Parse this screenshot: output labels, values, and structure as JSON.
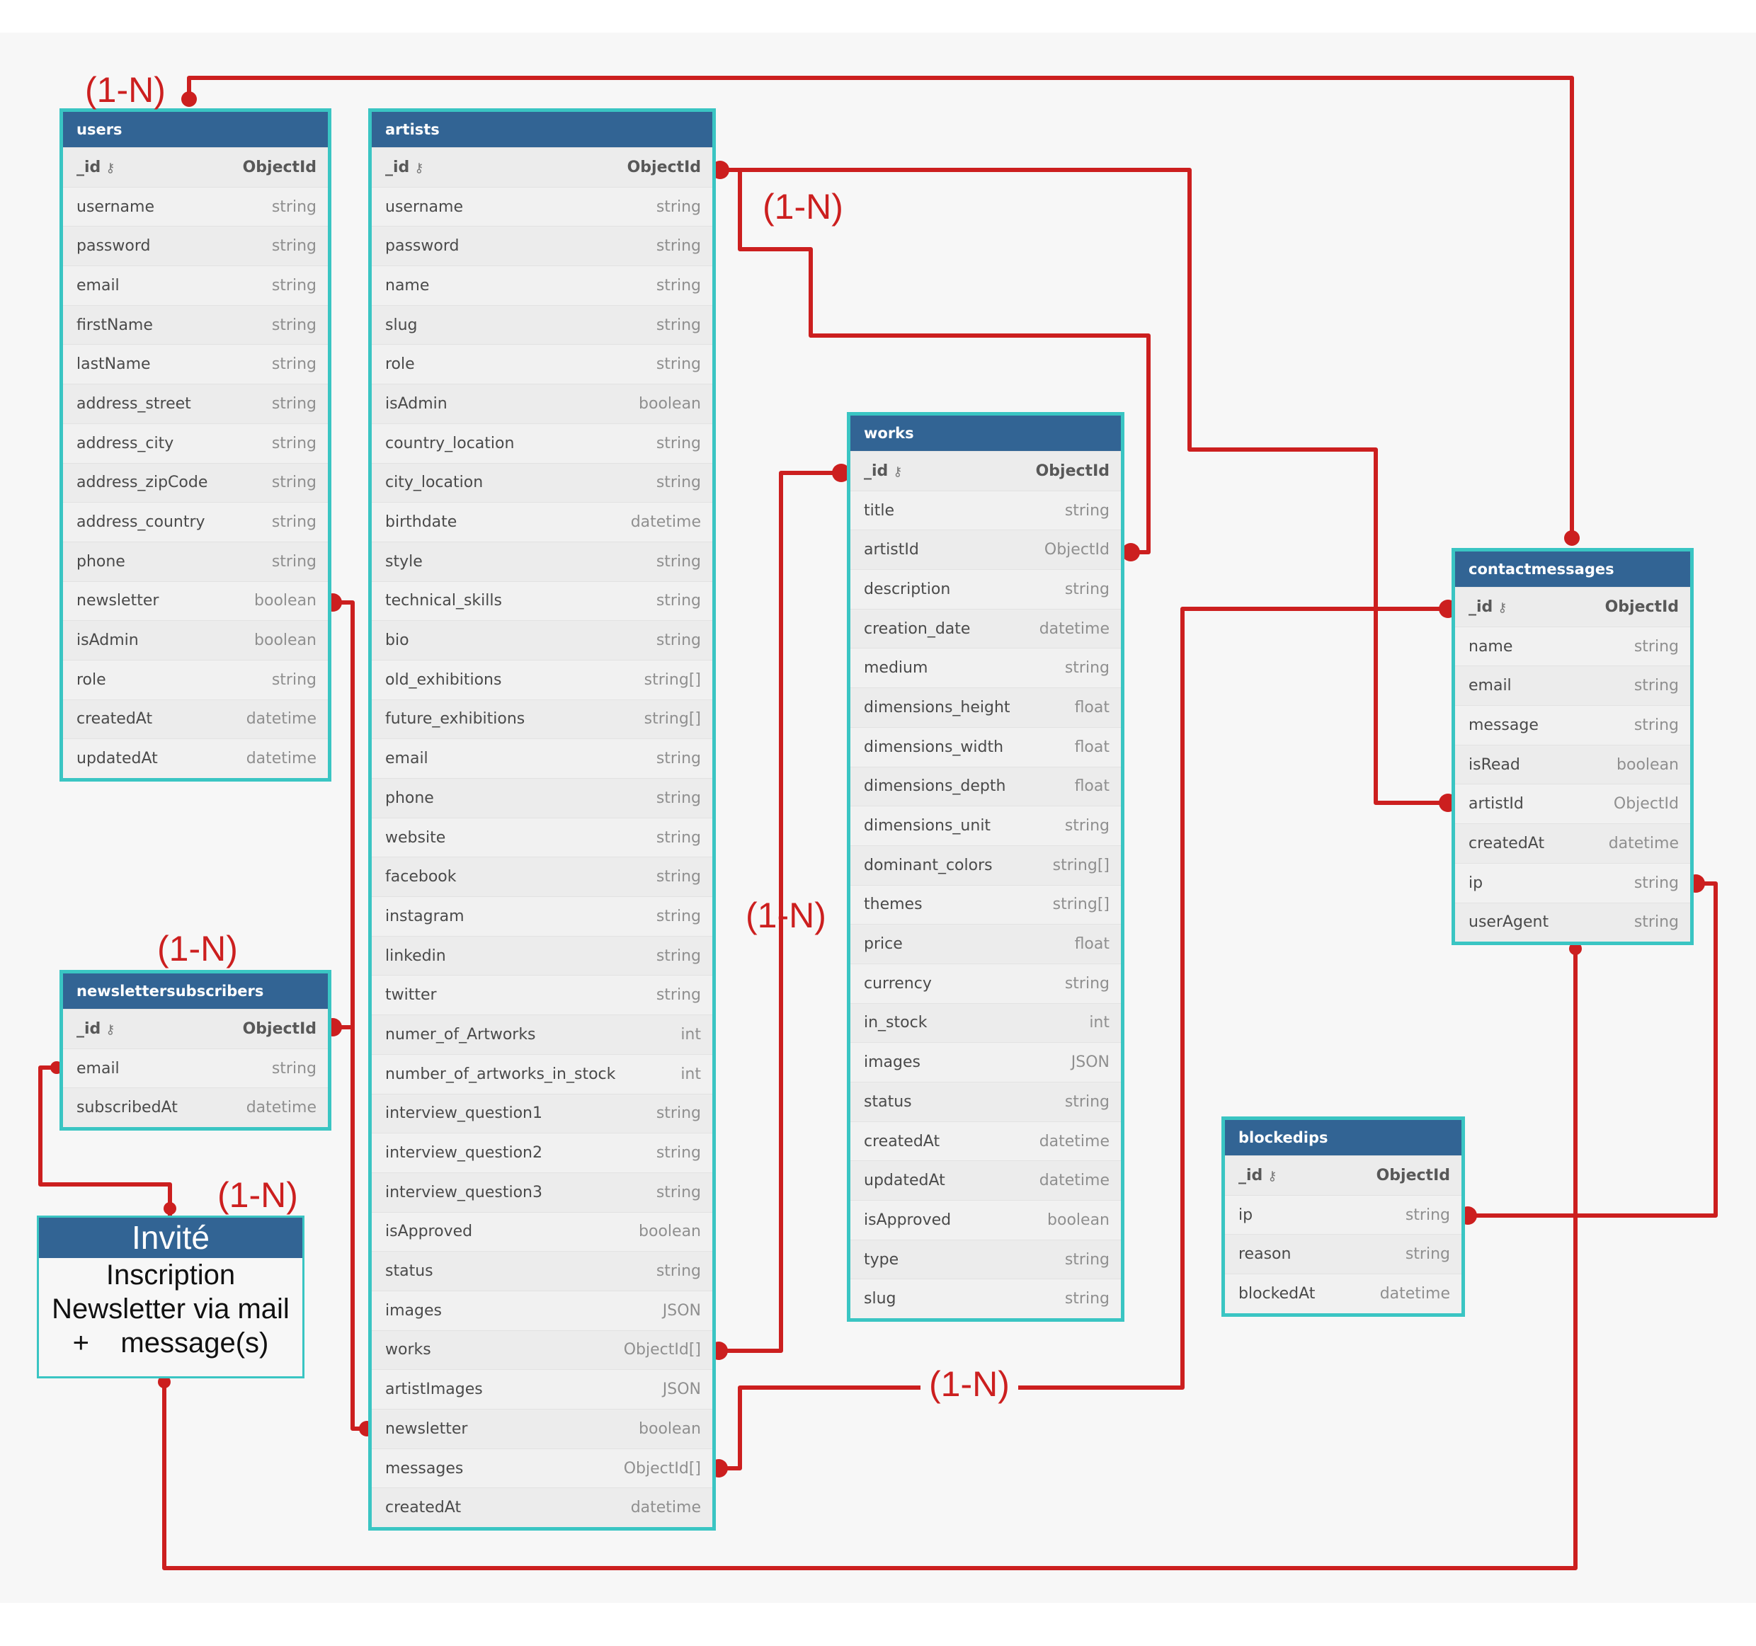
{
  "tables": [
    {
      "id": "users",
      "name": "users",
      "columns": [
        {
          "name": "_id",
          "type": "ObjectId",
          "pk": true
        },
        {
          "name": "username",
          "type": "string"
        },
        {
          "name": "password",
          "type": "string"
        },
        {
          "name": "email",
          "type": "string"
        },
        {
          "name": "firstName",
          "type": "string"
        },
        {
          "name": "lastName",
          "type": "string"
        },
        {
          "name": "address_street",
          "type": "string"
        },
        {
          "name": "address_city",
          "type": "string"
        },
        {
          "name": "address_zipCode",
          "type": "string"
        },
        {
          "name": "address_country",
          "type": "string"
        },
        {
          "name": "phone",
          "type": "string"
        },
        {
          "name": "newsletter",
          "type": "boolean"
        },
        {
          "name": "isAdmin",
          "type": "boolean"
        },
        {
          "name": "role",
          "type": "string"
        },
        {
          "name": "createdAt",
          "type": "datetime"
        },
        {
          "name": "updatedAt",
          "type": "datetime"
        }
      ]
    },
    {
      "id": "artists",
      "name": "artists",
      "columns": [
        {
          "name": "_id",
          "type": "ObjectId",
          "pk": true
        },
        {
          "name": "username",
          "type": "string"
        },
        {
          "name": "password",
          "type": "string"
        },
        {
          "name": "name",
          "type": "string"
        },
        {
          "name": "slug",
          "type": "string"
        },
        {
          "name": "role",
          "type": "string"
        },
        {
          "name": "isAdmin",
          "type": "boolean"
        },
        {
          "name": "country_location",
          "type": "string"
        },
        {
          "name": "city_location",
          "type": "string"
        },
        {
          "name": "birthdate",
          "type": "datetime"
        },
        {
          "name": "style",
          "type": "string"
        },
        {
          "name": "technical_skills",
          "type": "string"
        },
        {
          "name": "bio",
          "type": "string"
        },
        {
          "name": "old_exhibitions",
          "type": "string[]"
        },
        {
          "name": "future_exhibitions",
          "type": "string[]"
        },
        {
          "name": "email",
          "type": "string"
        },
        {
          "name": "phone",
          "type": "string"
        },
        {
          "name": "website",
          "type": "string"
        },
        {
          "name": "facebook",
          "type": "string"
        },
        {
          "name": "instagram",
          "type": "string"
        },
        {
          "name": "linkedin",
          "type": "string"
        },
        {
          "name": "twitter",
          "type": "string"
        },
        {
          "name": "numer_of_Artworks",
          "type": "int"
        },
        {
          "name": "number_of_artworks_in_stock",
          "type": "int"
        },
        {
          "name": "interview_question1",
          "type": "string"
        },
        {
          "name": "interview_question2",
          "type": "string"
        },
        {
          "name": "interview_question3",
          "type": "string"
        },
        {
          "name": "isApproved",
          "type": "boolean"
        },
        {
          "name": "status",
          "type": "string"
        },
        {
          "name": "images",
          "type": "JSON"
        },
        {
          "name": "works",
          "type": "ObjectId[]"
        },
        {
          "name": "artistImages",
          "type": "JSON"
        },
        {
          "name": "newsletter",
          "type": "boolean"
        },
        {
          "name": "messages",
          "type": "ObjectId[]"
        },
        {
          "name": "createdAt",
          "type": "datetime"
        }
      ]
    },
    {
      "id": "works",
      "name": "works",
      "columns": [
        {
          "name": "_id",
          "type": "ObjectId",
          "pk": true
        },
        {
          "name": "title",
          "type": "string"
        },
        {
          "name": "artistId",
          "type": "ObjectId"
        },
        {
          "name": "description",
          "type": "string"
        },
        {
          "name": "creation_date",
          "type": "datetime"
        },
        {
          "name": "medium",
          "type": "string"
        },
        {
          "name": "dimensions_height",
          "type": "float"
        },
        {
          "name": "dimensions_width",
          "type": "float"
        },
        {
          "name": "dimensions_depth",
          "type": "float"
        },
        {
          "name": "dimensions_unit",
          "type": "string"
        },
        {
          "name": "dominant_colors",
          "type": "string[]"
        },
        {
          "name": "themes",
          "type": "string[]"
        },
        {
          "name": "price",
          "type": "float"
        },
        {
          "name": "currency",
          "type": "string"
        },
        {
          "name": "in_stock",
          "type": "int"
        },
        {
          "name": "images",
          "type": "JSON"
        },
        {
          "name": "status",
          "type": "string"
        },
        {
          "name": "createdAt",
          "type": "datetime"
        },
        {
          "name": "updatedAt",
          "type": "datetime"
        },
        {
          "name": "isApproved",
          "type": "boolean"
        },
        {
          "name": "type",
          "type": "string"
        },
        {
          "name": "slug",
          "type": "string"
        }
      ]
    },
    {
      "id": "contactmessages",
      "name": "contactmessages",
      "columns": [
        {
          "name": "_id",
          "type": "ObjectId",
          "pk": true
        },
        {
          "name": "name",
          "type": "string"
        },
        {
          "name": "email",
          "type": "string"
        },
        {
          "name": "message",
          "type": "string"
        },
        {
          "name": "isRead",
          "type": "boolean"
        },
        {
          "name": "artistId",
          "type": "ObjectId"
        },
        {
          "name": "createdAt",
          "type": "datetime"
        },
        {
          "name": "ip",
          "type": "string"
        },
        {
          "name": "userAgent",
          "type": "string"
        }
      ]
    },
    {
      "id": "newslettersubscribers",
      "name": "newslettersubscribers",
      "columns": [
        {
          "name": "_id",
          "type": "ObjectId",
          "pk": true
        },
        {
          "name": "email",
          "type": "string"
        },
        {
          "name": "subscribedAt",
          "type": "datetime"
        }
      ]
    },
    {
      "id": "blockedips",
      "name": "blockedips",
      "columns": [
        {
          "name": "_id",
          "type": "ObjectId",
          "pk": true
        },
        {
          "name": "ip",
          "type": "string"
        },
        {
          "name": "reason",
          "type": "string"
        },
        {
          "name": "blockedAt",
          "type": "datetime"
        }
      ]
    }
  ],
  "guest": {
    "title": "Invité",
    "lines": [
      "Inscription",
      "Newsletter via mail",
      "+    message(s)"
    ]
  },
  "relations": [
    {
      "label": "(1-N)"
    },
    {
      "label": "(1-N)"
    },
    {
      "label": "(1-N)"
    },
    {
      "label": "(1-N)"
    },
    {
      "label": "(1-N)"
    },
    {
      "label": "(1-N)"
    }
  ],
  "colors": {
    "line": "#cc1f1f",
    "header": "#326494",
    "border": "#3ac5c3"
  }
}
